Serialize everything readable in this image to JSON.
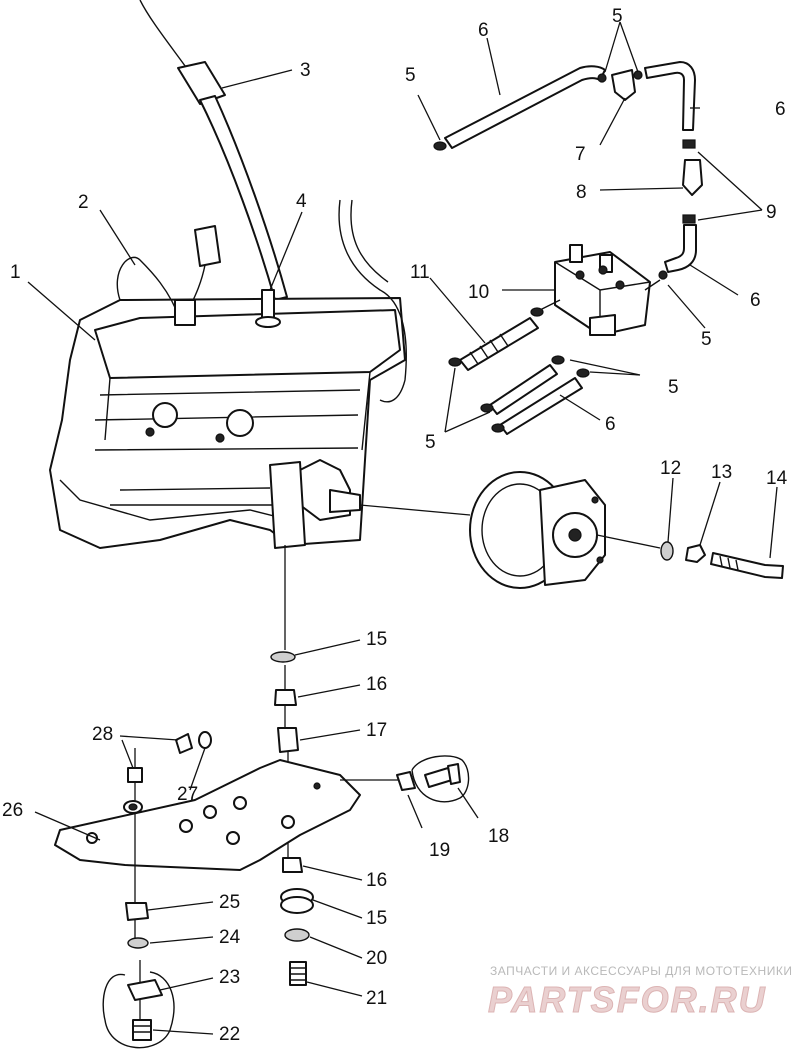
{
  "callouts": {
    "c1": "1",
    "c2": "2",
    "c3": "3",
    "c4": "4",
    "c5_top_left": "5",
    "c5_top": "5",
    "c5_pump_right": "5",
    "c5_mid_right": "5",
    "c5_bottom_left": "5",
    "c6_top": "6",
    "c6_right_top": "6",
    "c6_right": "6",
    "c6_bottom": "6",
    "c7": "7",
    "c8": "8",
    "c9": "9",
    "c10": "10",
    "c11": "11",
    "c12": "12",
    "c13": "13",
    "c14": "14",
    "c15_upper": "15",
    "c15_lower": "15",
    "c16_upper": "16",
    "c16_lower": "16",
    "c17": "17",
    "c18": "18",
    "c19": "19",
    "c20": "20",
    "c21": "21",
    "c22": "22",
    "c23": "23",
    "c24": "24",
    "c25": "25",
    "c26": "26",
    "c27": "27",
    "c28": "28"
  },
  "watermark": {
    "caption": "ЗАПЧАСТИ И АКСЕССУАРЫ ДЛЯ МОТОТЕХНИКИ",
    "brand": "PARTSFOR.RU"
  }
}
